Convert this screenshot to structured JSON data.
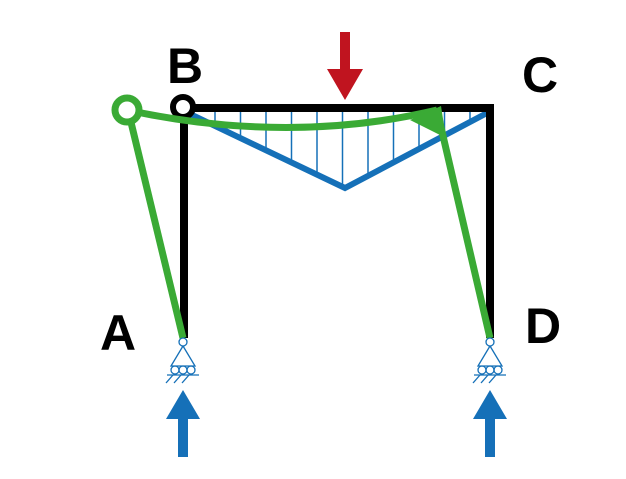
{
  "labels": {
    "a": "A",
    "b": "B",
    "c": "C",
    "d": "D"
  },
  "colors": {
    "frame": "#000000",
    "moment": "#1570b8",
    "deflection": "#3aaa35",
    "load": "#c0141f",
    "reaction": "#1570b8"
  }
}
